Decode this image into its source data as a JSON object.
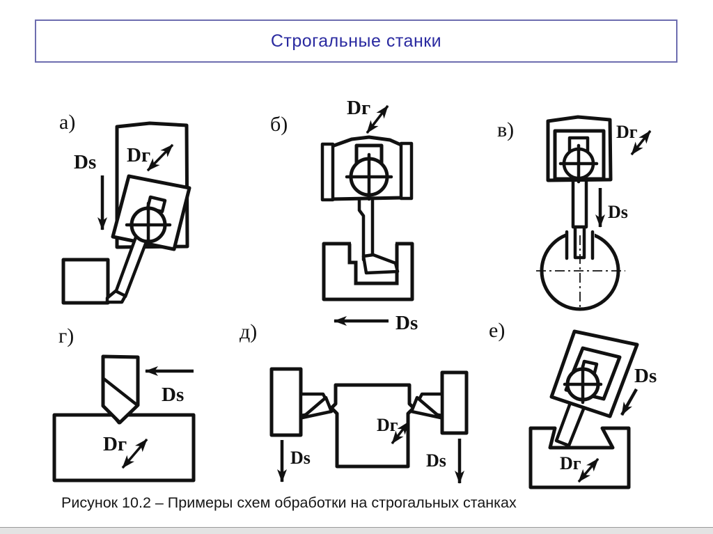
{
  "title": "Строгальные станки",
  "caption": "Рисунок 10.2 – Примеры схем обработки на строгальных станках",
  "labels": {
    "ds": "Ds",
    "dg": "Dг"
  },
  "panels": {
    "a": {
      "label": "а)"
    },
    "b": {
      "label": "б)"
    },
    "v": {
      "label": "в)"
    },
    "g": {
      "label": "г)"
    },
    "d": {
      "label": "д)"
    },
    "e": {
      "label": "е)"
    }
  },
  "colors": {
    "title_text": "#2a2aa0",
    "title_border": "#6d6daf",
    "ink": "#111111",
    "footer_strip": "#e3e3e3"
  }
}
